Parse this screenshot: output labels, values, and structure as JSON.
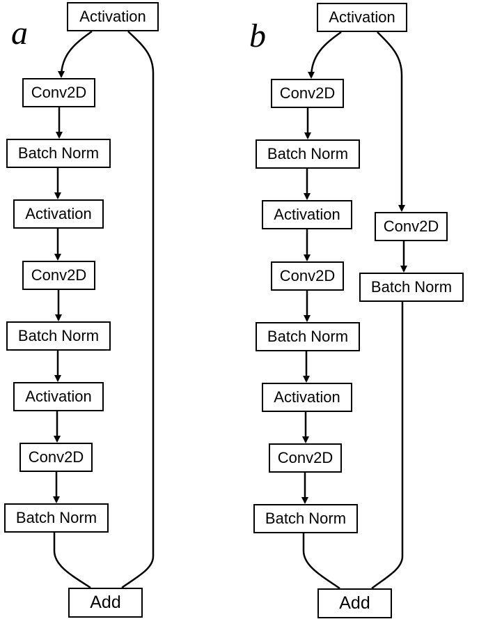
{
  "panels": [
    {
      "label": "a",
      "input": "Activation",
      "main_path": [
        "Conv2D",
        "Batch Norm",
        "Activation",
        "Conv2D",
        "Batch Norm",
        "Activation",
        "Conv2D",
        "Batch Norm"
      ],
      "shortcut": [],
      "output": "Add"
    },
    {
      "label": "b",
      "input": "Activation",
      "main_path": [
        "Conv2D",
        "Batch Norm",
        "Activation",
        "Conv2D",
        "Batch Norm",
        "Activation",
        "Conv2D",
        "Batch Norm"
      ],
      "shortcut": [
        "Conv2D",
        "Batch Norm"
      ],
      "output": "Add"
    }
  ]
}
